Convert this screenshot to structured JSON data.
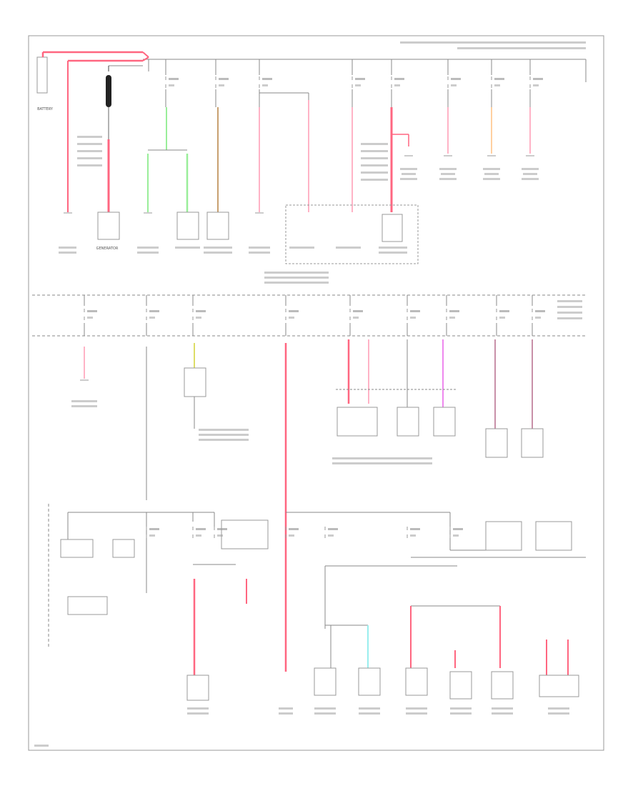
{
  "diagram": {
    "title": "Power Distribution Wiring Diagram",
    "labels": {
      "battery": "BATTERY",
      "generator": "GENERATOR"
    },
    "colors": {
      "red": "#ff6680",
      "pink": "#ffb3c6",
      "green": "#99ee99",
      "tan": "#c8a070",
      "orange": "#ffd0a0",
      "magenta": "#ee88ee",
      "mauve": "#c890a8",
      "cyan": "#99eeee",
      "line": "#888888"
    }
  }
}
